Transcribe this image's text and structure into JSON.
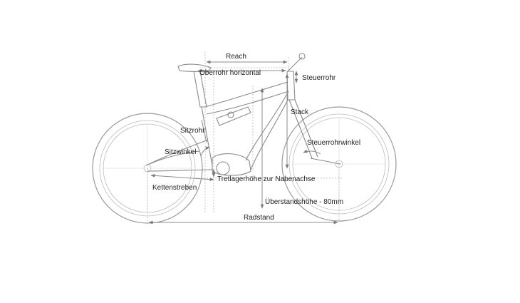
{
  "labels": {
    "reach": "Reach",
    "top_tube": "Oberrohr horizontal",
    "head_tube": "Steuerrohr",
    "stack": "Stack",
    "seat_tube": "Sitzrohr",
    "seat_angle": "Sitzwinkel",
    "head_angle": "Steuerrohrwinkel",
    "chainstays": "Kettenstreben",
    "bb_drop": "Tretlagerhöhe zur Nabenachse",
    "standover": "Überstandshöhe - 80mm",
    "wheelbase": "Radstand"
  },
  "colors": {
    "line": "#8a8a8a",
    "dimension": "#8c8c8c",
    "text": "#222222"
  }
}
